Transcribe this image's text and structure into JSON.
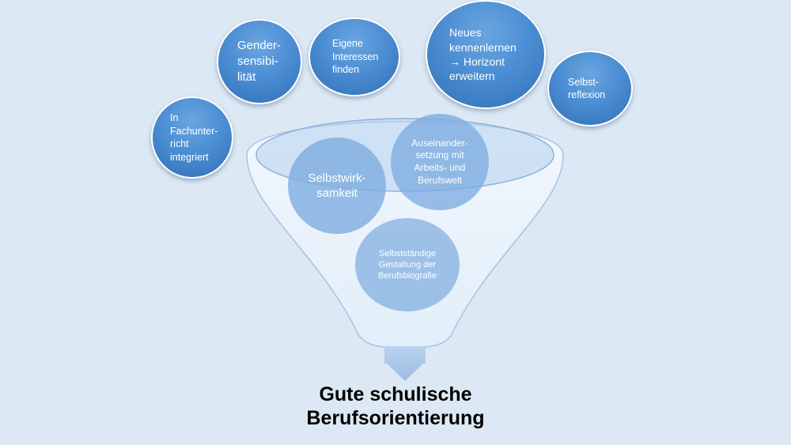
{
  "colors": {
    "background": "#dce8f4",
    "bubble": "#4c8ed4",
    "funnel_fill": "#e8f1fa",
    "funnel_stroke": "#9bbfe2",
    "inner_circle": "#8db7e3",
    "arrow": "#a9c5e6"
  },
  "outer_bubbles": [
    {
      "id": "fachunterricht",
      "text": "In\nFachunter-\nricht\nintegriert"
    },
    {
      "id": "gender",
      "text": "Gender-\nsensibi-\nlität"
    },
    {
      "id": "interessen",
      "text": "Eigene\nInteressen\nfinden"
    },
    {
      "id": "horizont",
      "text": "Neues\nkennenlernen\n→  Horizont\nerweitern"
    },
    {
      "id": "reflexion",
      "text": "Selbst-\nreflexion"
    }
  ],
  "inner_circles": [
    {
      "id": "selbstwirksamkeit",
      "text": "Selbstwirk-\nsamkeit"
    },
    {
      "id": "auseinandersetzung",
      "text": "Auseinander-\nsetzung mit\nArbeits- und\nBerufswelt"
    },
    {
      "id": "gestaltung",
      "text": "Selbstständige\nGestaltung der\nBerufsbiografie"
    }
  ],
  "title": "Gute schulische\nBerufsorientierung"
}
